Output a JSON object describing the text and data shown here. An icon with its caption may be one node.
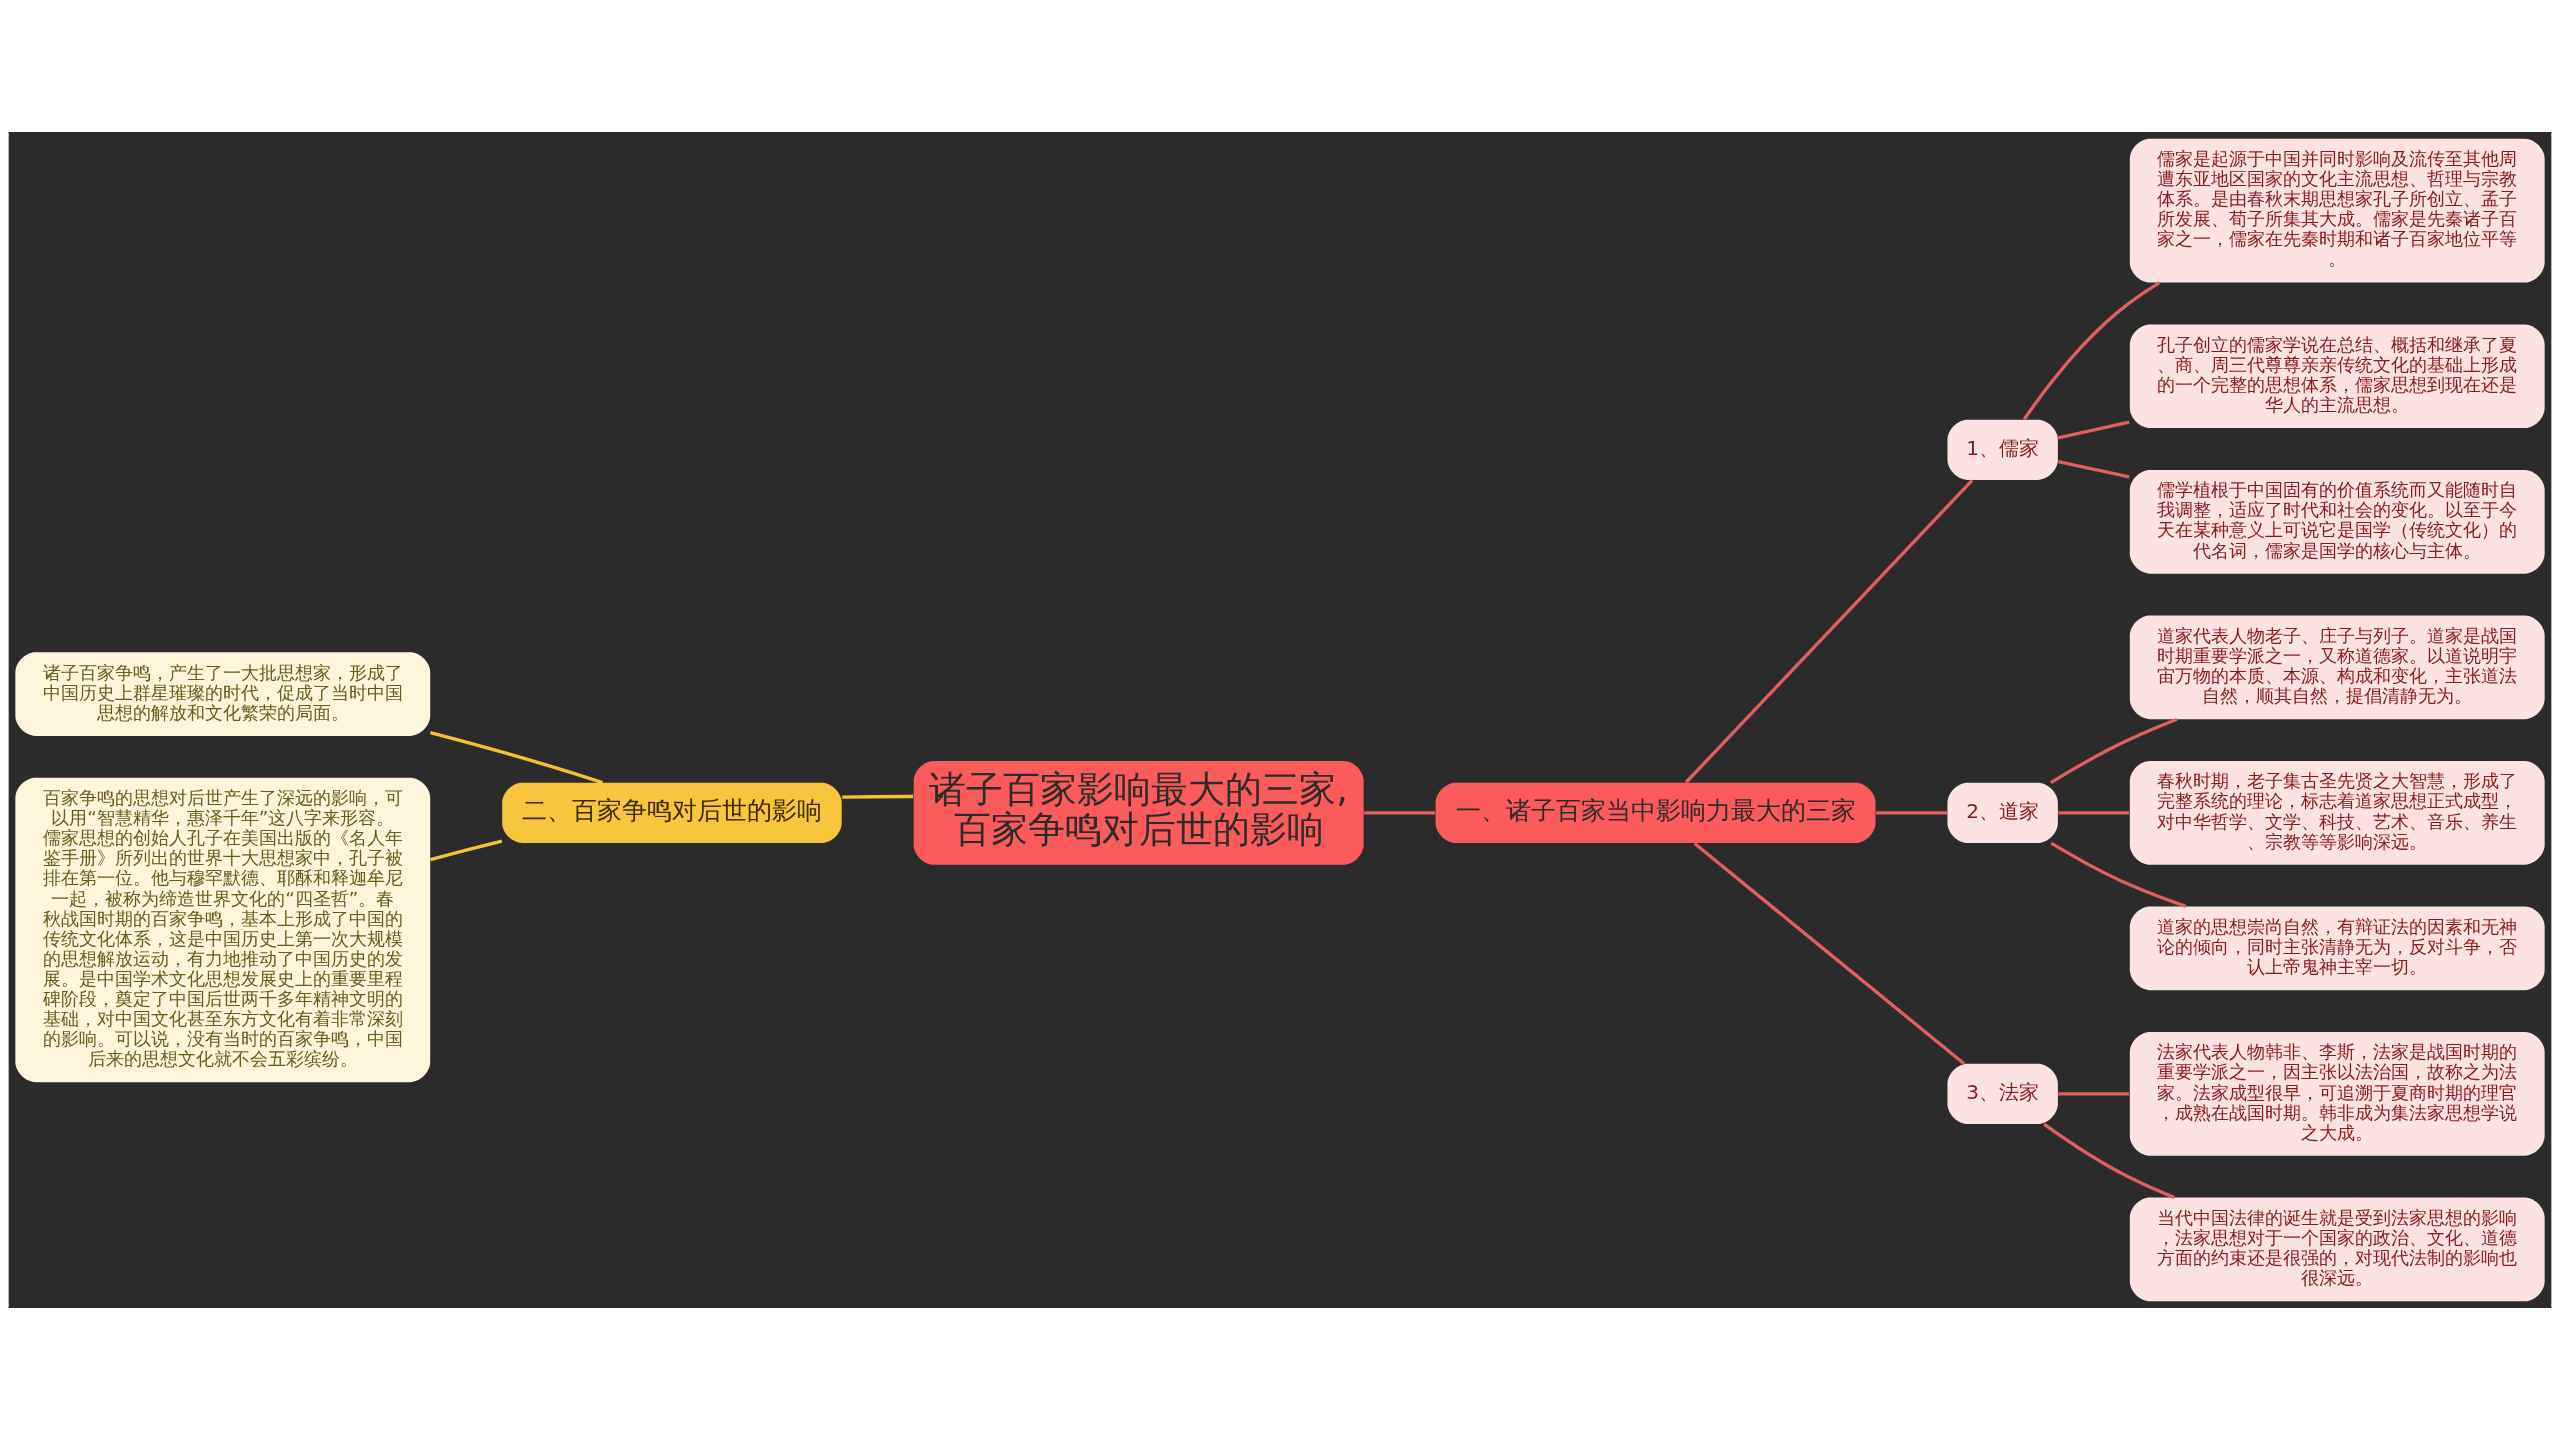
{
  "diagram": {
    "nodes": [
      {
        "text": [
          "诸子百家影响最大的三家,百家争鸣对后世的影响"
        ]
      },
      {
        "text": [
          "二、百家争鸣对后世的影响"
        ]
      },
      {
        "text": [
          "诸子百家争鸣，产生了一大批思想家，形成了中国历史上群星璀璨的时代，促成了当时中国思想的解放和文化繁荣的局面。"
        ]
      },
      {
        "text": [
          "百家争鸣的思想对后世产生了深远的影响，可以用“智慧精华，惠泽千年”这八字来形容。儒家思想的创始人孔子在美国出版的《名人年鉴手册》所列出的世界十大思想家中，孔子被排在第一位。他与穆罕默德、耶酥和释迦牟尼一起，被称为缔造世界文化的“四圣哲”。春秋战国时期的百家争鸣，基本上形成了中国的传统文化体系，这是中国历史上第一次大规模的思想解放运动，有力地推动了中国历史的发展。是中国学术文化思想发展史上的重要里程碑阶段，奠定了中国后世两千多年精神文明的基础，对中国文化甚至东方文化有着非常深刻的影响。可以说，没有当时的百家争鸣，中国后来的思想文化就不会五彩缤纷。"
        ]
      },
      {
        "text": [
          "一、诸子百家当中影响力最大的三家"
        ]
      },
      {
        "text": [
          "1、儒家"
        ]
      },
      {
        "text": [
          "儒家是起源于中国并同时影响及流传至其他周遭东亚地区国家的文化主流思想、哲理与宗教体系。是由春秋末期思想家孔子所创立、孟子所发展、荀子所集其大成。儒家是先秦诸子百家之一，儒家在先秦时期和诸子百家地位平等。"
        ]
      },
      {
        "text": [
          "孔子创立的儒家学说在总结、概括和继承了夏、商、周三代尊尊亲亲传统文化的基础上形成的一个完整的思想体系，儒家思想到现在还是华人的主流思想。"
        ]
      },
      {
        "text": [
          "儒学植根于中国固有的价值系统而又能随时自我调整，适应了时代和社会的变化。以至于今天在某种意义上可说它是国学（传统文化）的代名词，儒家是国学的核心与主体。"
        ]
      },
      {
        "text": [
          "2、道家"
        ]
      },
      {
        "text": [
          "道家代表人物老子、庄子与列子。道家是战国时期重要学派之一，又称道德家。以道说明宇宙万物的本质、本源、构成和变化，主张道法自然，顺其自然，提倡清静无为。"
        ]
      },
      {
        "text": [
          "春秋时期，老子集古圣先贤之大智慧，形成了完整系统的理论，标志着道家思想正式成型，对中华哲学、文学、科技、艺术、音乐、养生、宗教等等影响深远。"
        ]
      },
      {
        "text": [
          "道家的思想崇尚自然，有辩证法的因素和无神论的倾向，同时主张清静无为，反对斗争，否认上帝鬼神主宰一切。"
        ]
      },
      {
        "text": [
          "3、法家"
        ]
      },
      {
        "text": [
          "法家代表人物韩非、李斯，法家是战国时期的重要学派之一，因主张以法治国，故称之为法家。法家成型很早，可追溯于夏商时期的理官，成熟在战国时期。韩非成为集法家思想学说之大成。"
        ]
      },
      {
        "text": [
          "当代中国法律的诞生就是受到法家思想的影响，法家思想对于一个国家的政治、文化、道德方面的约束还是很强的，对现代法制的影响也很深远。"
        ]
      }
    ],
    "edges": [
      {
        "from": 0,
        "to": 1,
        "arrow": "none",
        "color": "#f5c236"
      },
      {
        "from": 1,
        "to": 2,
        "arrow": "none",
        "color": "#f5c236"
      },
      {
        "from": 1,
        "to": 3,
        "arrow": "none",
        "color": "#f5c236"
      },
      {
        "from": 0,
        "to": 4,
        "arrow": "none"
      },
      {
        "from": 4,
        "to": 5,
        "arrow": "none"
      },
      {
        "from": 5,
        "to": 6,
        "arrow": "none"
      },
      {
        "from": 5,
        "to": 7,
        "arrow": "none"
      },
      {
        "from": 5,
        "to": 8,
        "arrow": "none"
      },
      {
        "from": 4,
        "to": 9,
        "arrow": "none"
      },
      {
        "from": 9,
        "to": 10,
        "arrow": "none"
      },
      {
        "from": 9,
        "to": 11,
        "arrow": "none"
      },
      {
        "from": 9,
        "to": 12,
        "arrow": "none"
      },
      {
        "from": 4,
        "to": 13,
        "arrow": "none"
      },
      {
        "from": 13,
        "to": 14,
        "arrow": "none"
      },
      {
        "from": 13,
        "to": 15,
        "arrow": "none"
      }
    ]
  }
}
